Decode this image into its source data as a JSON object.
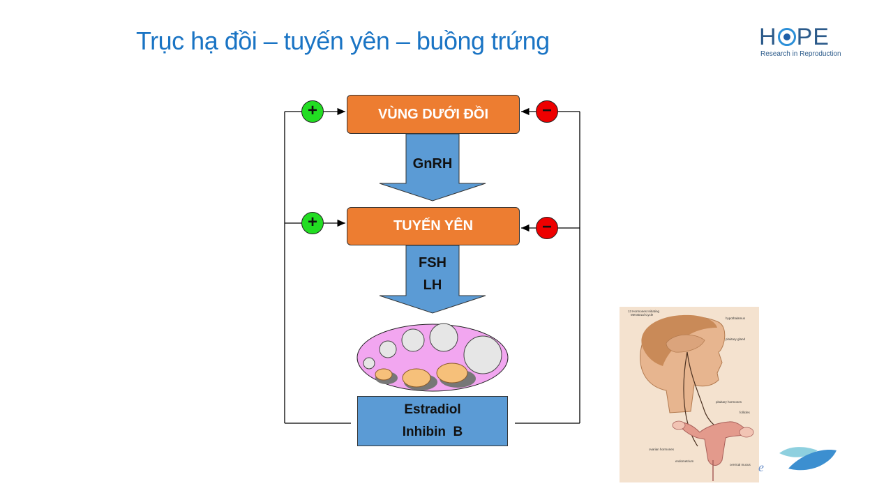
{
  "title": "Trục hạ đồi – tuyến yên – buồng trứng",
  "logo": {
    "text_left": "H",
    "text_right": "PE",
    "subtitle": "Research in Reproduction"
  },
  "diagram": {
    "hypothalamus_label": "VÙNG DƯỚI ĐỒI",
    "pituitary_label": "TUYẾN YÊN",
    "gnrh_label": "GnRH",
    "fsh_label": "FSH",
    "lh_label": "LH",
    "estradiol_label": "Estradiol",
    "inhibin_label": "Inhibin  B",
    "plus_symbol": "+",
    "minus_symbol": "−"
  },
  "illustration": {
    "header_line1": "13 Hormones Initiating",
    "header_line2": "Menstrual Cycle",
    "hypothalamus": "hypothalamus",
    "pituitary_gland": "pituitary gland",
    "pituitary_hormones": "pituitary hormones",
    "follicles": "follicles",
    "ovarian_hormones": "ovarian hormones",
    "endometrium": "endometrium",
    "cervical_mucus": "cervical mucus"
  },
  "corner_mark": "e",
  "colors": {
    "title": "#1a74c4",
    "orange_box": "#ed7d31",
    "blue": "#5b9bd5",
    "plus": "#22dd22",
    "minus": "#ee0000",
    "ovary": "#f2a6f0"
  }
}
